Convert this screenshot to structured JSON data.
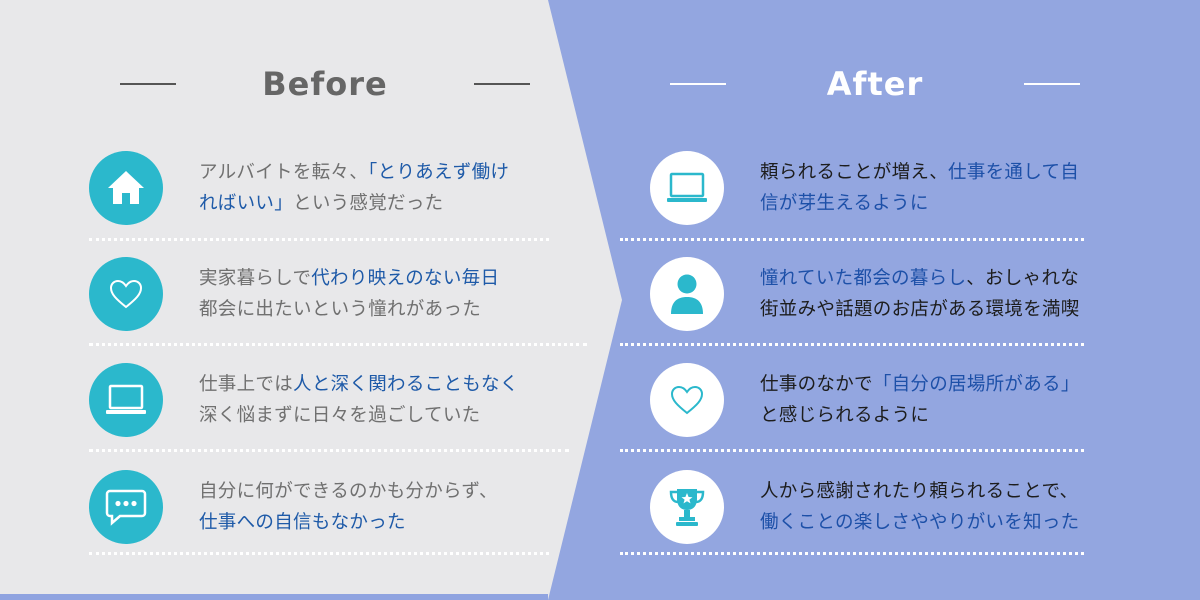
{
  "colors": {
    "before_bg": "#e8e8ea",
    "after_bg": "#93a6e0",
    "icon_teal": "#2bb8cc",
    "highlight": "#1e5aa8"
  },
  "before": {
    "title": "Before",
    "items": [
      {
        "icon": "home-icon",
        "line1": [
          "アルバイトを転々、",
          "「とりあえず働け"
        ],
        "line2": [
          "ればいい」",
          "という感覚だった"
        ]
      },
      {
        "icon": "heart-icon",
        "line1": [
          "実家暮らしで",
          "代わり映えのない毎日"
        ],
        "line2": [
          "都会に出たいという憧れがあった",
          ""
        ]
      },
      {
        "icon": "laptop-icon",
        "line1": [
          "仕事上では",
          "人と深く関わることもなく"
        ],
        "line2": [
          "深く悩まずに日々を過ごしていた",
          ""
        ]
      },
      {
        "icon": "chat-icon",
        "line1": [
          "自分に何ができるのかも分からず、",
          ""
        ],
        "line2": [
          "",
          "仕事への自信もなかった"
        ]
      }
    ]
  },
  "after": {
    "title": "After",
    "items": [
      {
        "icon": "laptop-icon",
        "line1": [
          "頼られることが増え、",
          "仕事を通して自"
        ],
        "line2": [
          "",
          "信が芽生えるように"
        ]
      },
      {
        "icon": "person-icon",
        "line1": [
          "",
          "憧れていた都会の暮らし",
          "、おしゃれな"
        ],
        "line2": [
          "街並みや話題のお店がある環境を満喫"
        ]
      },
      {
        "icon": "heart-icon",
        "line1": [
          "仕事のなかで",
          "「自分の居場所がある」"
        ],
        "line2": [
          "と感じられるように",
          ""
        ]
      },
      {
        "icon": "trophy-icon",
        "line1": [
          "人から感謝されたり頼られることで、",
          ""
        ],
        "line2": [
          "",
          "働くことの楽しさややりがいを知った"
        ]
      }
    ]
  }
}
